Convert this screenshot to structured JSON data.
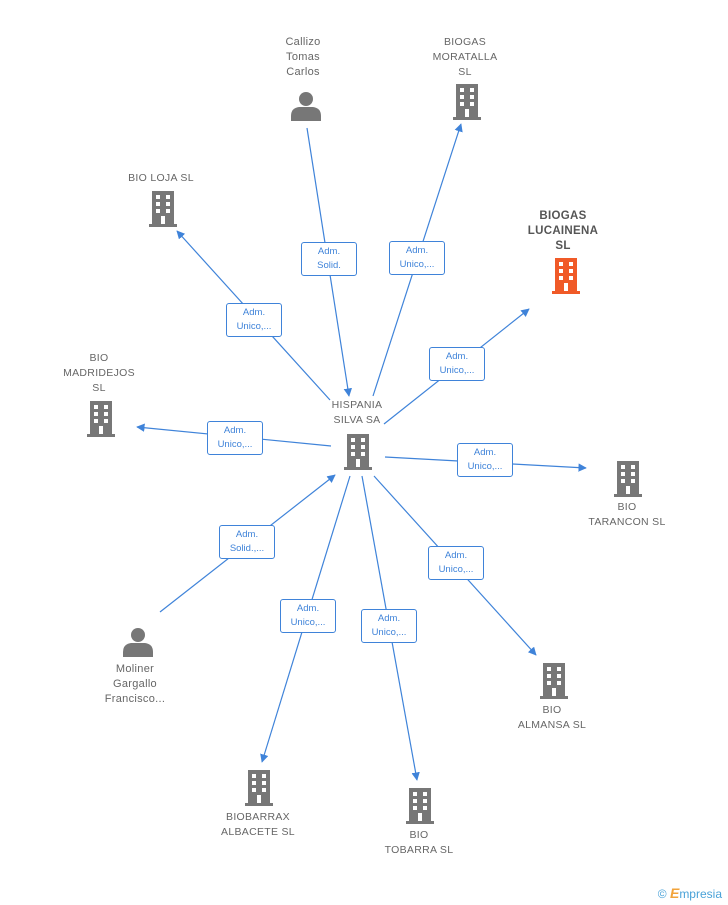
{
  "colors": {
    "edge": "#3f83d9",
    "building": "#777777",
    "highlight": "#f05a28",
    "person": "#777777"
  },
  "center": {
    "label": "HISPANIA\nSILVA SA"
  },
  "nodes": [
    {
      "id": "callizo",
      "label": "Callizo\nTomas\nCarlos",
      "icon": "person-icon"
    },
    {
      "id": "moratalla",
      "label": "BIOGAS\nMORATALLA\nSL",
      "icon": "building-icon"
    },
    {
      "id": "loja",
      "label": "BIO LOJA  SL",
      "icon": "building-icon"
    },
    {
      "id": "lucainena",
      "label": "BIOGAS\nLUCAINENA\nSL",
      "icon": "building-icon",
      "highlight": true
    },
    {
      "id": "madridejos",
      "label": "BIO\nMADRIDEJOS\nSL",
      "icon": "building-icon"
    },
    {
      "id": "tarancon",
      "label": "BIO\nTARANCON  SL",
      "icon": "building-icon"
    },
    {
      "id": "moliner",
      "label": "Moliner\nGargallo\nFrancisco...",
      "icon": "person-icon"
    },
    {
      "id": "almansa",
      "label": "BIO\nALMANSA  SL",
      "icon": "building-icon"
    },
    {
      "id": "biobarrax",
      "label": "BIOBARRAX\nALBACETE  SL",
      "icon": "building-icon"
    },
    {
      "id": "tobarra",
      "label": "BIO\nTOBARRA  SL",
      "icon": "building-icon"
    }
  ],
  "edges": [
    {
      "from": "callizo",
      "to": "center",
      "label": "Adm.\nSolid."
    },
    {
      "from": "center",
      "to": "moratalla",
      "label": "Adm.\nUnico,..."
    },
    {
      "from": "center",
      "to": "loja",
      "label": "Adm.\nUnico,..."
    },
    {
      "from": "center",
      "to": "lucainena",
      "label": "Adm.\nUnico,..."
    },
    {
      "from": "center",
      "to": "madridejos",
      "label": "Adm.\nUnico,..."
    },
    {
      "from": "center",
      "to": "tarancon",
      "label": "Adm.\nUnico,..."
    },
    {
      "from": "moliner",
      "to": "center",
      "label": "Adm.\nSolid.,..."
    },
    {
      "from": "center",
      "to": "almansa",
      "label": "Adm.\nUnico,..."
    },
    {
      "from": "center",
      "to": "biobarrax",
      "label": "Adm.\nUnico,..."
    },
    {
      "from": "center",
      "to": "tobarra",
      "label": "Adm.\nUnico,..."
    }
  ],
  "footer": {
    "copyright": "©",
    "brand_initial": "E",
    "brand_rest": "mpresia"
  }
}
